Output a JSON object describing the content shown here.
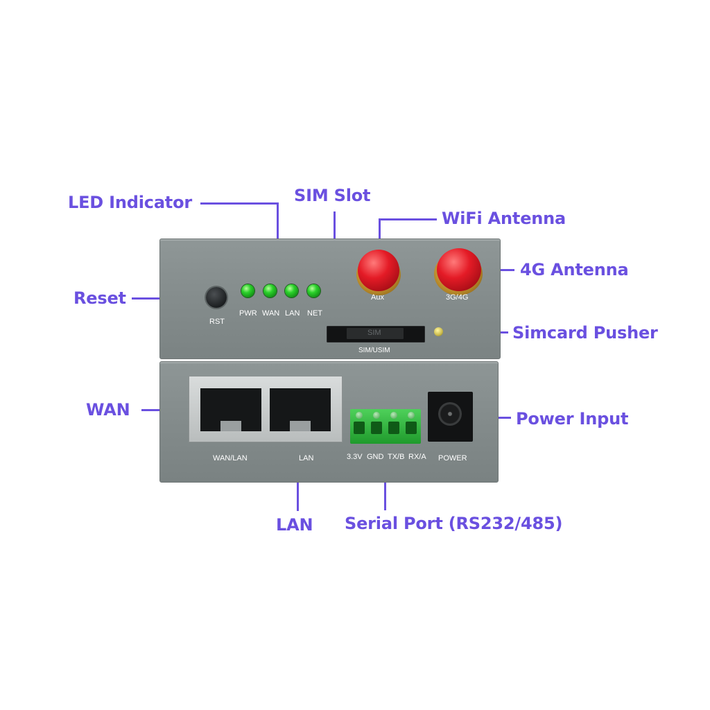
{
  "callouts": {
    "led_indicator": "LED Indicator",
    "sim_slot": "SIM Slot",
    "wifi_antenna": "WiFi Antenna",
    "antenna_4g": "4G Antenna",
    "reset": "Reset",
    "simcard_pusher": "Simcard Pusher",
    "wan": "WAN",
    "power_input": "Power Input",
    "lan": "LAN",
    "serial_port": "Serial Port (RS232/485)"
  },
  "front_panel": {
    "rst": "RST",
    "leds": [
      "PWR",
      "WAN",
      "LAN",
      "NET"
    ],
    "antenna_aux": "Aux",
    "antenna_4g": "3G/4G",
    "sim_inner": "SIM",
    "sim_label": "SIM/USIM"
  },
  "rear_panel": {
    "port1": "WAN/LAN",
    "port2": "LAN",
    "serial_pins": [
      "3.3V",
      "GND",
      "TX/B",
      "RX/A"
    ],
    "power": "POWER"
  },
  "colors": {
    "callout": "#6a50e0",
    "chassis": "#868e8e",
    "led": "#2bd12b",
    "antenna": "#e41b26",
    "terminal": "#2fb23c"
  }
}
